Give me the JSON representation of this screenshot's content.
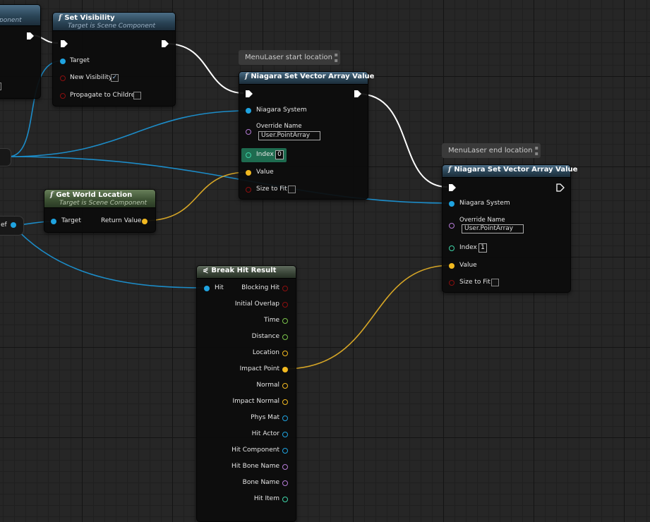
{
  "nodes": {
    "left_partial": {
      "subtitle": "ponent"
    },
    "set_visibility": {
      "title": "Set Visibility",
      "subtitle": "Target is Scene Component",
      "pins": {
        "target": "Target",
        "new_visibility": "New Visibility",
        "propagate": "Propagate to Children"
      },
      "new_visibility_checked": "✓"
    },
    "niagara_start": {
      "comment": "MenuLaser start location",
      "title": "Niagara Set Vector Array Value",
      "pins": {
        "niagara_system": "Niagara System",
        "override_name": "Override Name",
        "index": "Index",
        "value": "Value",
        "size_to_fit": "Size to Fit"
      },
      "override_value": "User.PointArray",
      "index_value": "0"
    },
    "niagara_end": {
      "comment": "MenuLaser end location",
      "title": "Niagara Set Vector Array Value",
      "pins": {
        "niagara_system": "Niagara System",
        "override_name": "Override Name",
        "index": "Index",
        "value": "Value",
        "size_to_fit": "Size to Fit"
      },
      "override_value": "User.PointArray",
      "index_value": "1"
    },
    "get_world_location": {
      "title": "Get World Location",
      "subtitle": "Target is Scene Component",
      "pins": {
        "target": "Target",
        "return_value": "Return Value"
      }
    },
    "ref_partial": {
      "label": "ef"
    },
    "break_hit_result": {
      "title": "Break Hit Result",
      "input_pin": "Hit",
      "outputs": [
        "Blocking Hit",
        "Initial Overlap",
        "Time",
        "Distance",
        "Location",
        "Impact Point",
        "Normal",
        "Impact Normal",
        "Phys Mat",
        "Hit Actor",
        "Hit Component",
        "Hit Bone Name",
        "Bone Name",
        "Hit Item"
      ]
    }
  },
  "colors": {
    "exec": "#ffffff",
    "object": "#1fa3e0",
    "bool": "#8c0f0f",
    "vector": "#f2b920",
    "float": "#7ac24a",
    "name": "#b47ad6",
    "int": "#3ed4a8",
    "wire_object": "#1c8cc8",
    "wire_vector": "#d5a526"
  }
}
